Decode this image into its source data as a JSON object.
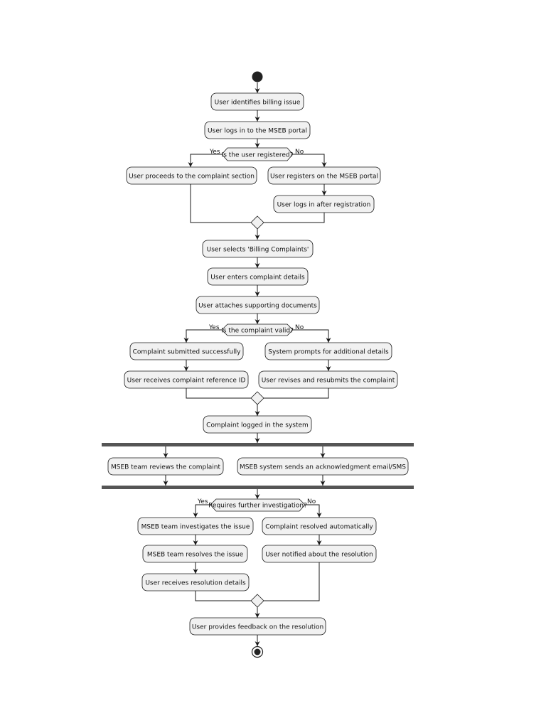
{
  "activities": {
    "identify": "User identifies billing issue",
    "login": "User logs in to the MSEB portal",
    "proceed": "User proceeds to the complaint section",
    "register": "User registers on the MSEB portal",
    "login_after": "User logs in after registration",
    "select": "User selects 'Billing Complaints'",
    "enter": "User enters complaint details",
    "attach": "User attaches supporting documents",
    "submitted": "Complaint submitted successfully",
    "prompts": "System prompts for additional details",
    "receives_id": "User receives complaint reference ID",
    "revises": "User revises and resubmits the complaint",
    "logged": "Complaint logged in the system",
    "team_reviews": "MSEB team reviews the complaint",
    "sends_ack": "MSEB system sends an acknowledgment email/SMS",
    "investigates": "MSEB team investigates the issue",
    "auto_resolved": "Complaint resolved automatically",
    "team_resolves": "MSEB team resolves the issue",
    "notified": "User notified about the resolution",
    "resolution_details": "User receives resolution details",
    "feedback": "User provides feedback on the resolution"
  },
  "decisions": {
    "registered": "Is the user registered?",
    "valid": "Is the complaint valid?",
    "investigation": "Requires further investigation?"
  },
  "branch_labels": {
    "yes": "Yes",
    "no": "No"
  }
}
